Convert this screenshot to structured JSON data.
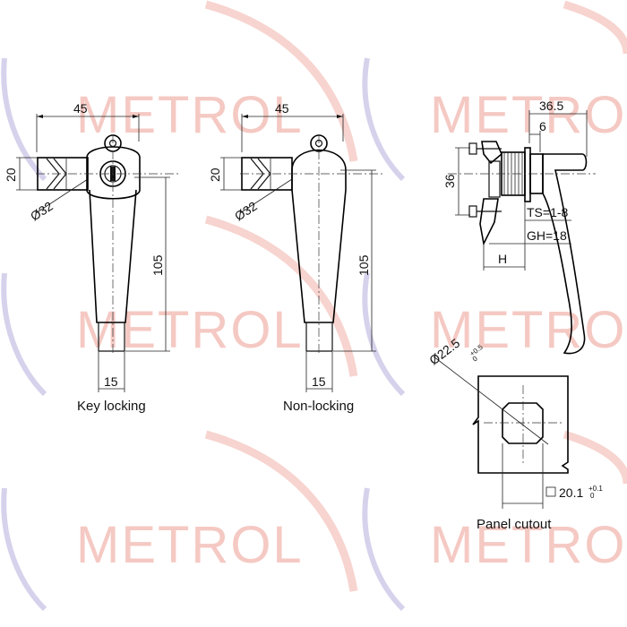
{
  "watermark": {
    "text": "METROL",
    "arc_colors": [
      "#f5c6c0",
      "#c9c4e6"
    ]
  },
  "views": {
    "key_locking": {
      "caption": "Key locking",
      "width_dim": "45",
      "height_dim": "20",
      "diameter_dim": "Ø32",
      "length_dim": "105",
      "handle_dim": "15"
    },
    "non_locking": {
      "caption": "Non-locking",
      "width_dim": "45",
      "height_dim": "20",
      "diameter_dim": "Ø32",
      "length_dim": "105",
      "handle_dim": "15"
    },
    "side": {
      "overall_dim": "36.5",
      "offset_dim": "6",
      "height_dim": "36",
      "ts_dim": "TS=1-8",
      "gh_dim": "GH=18",
      "h_dim": "H"
    },
    "cutout": {
      "caption": "Panel  cutout",
      "diameter_dim": "Ø22.5",
      "diameter_tol": "+0.5",
      "diameter_tol_low": "0",
      "square_dim": "20.1",
      "square_tol": "+0.1",
      "square_tol_low": "0"
    }
  }
}
